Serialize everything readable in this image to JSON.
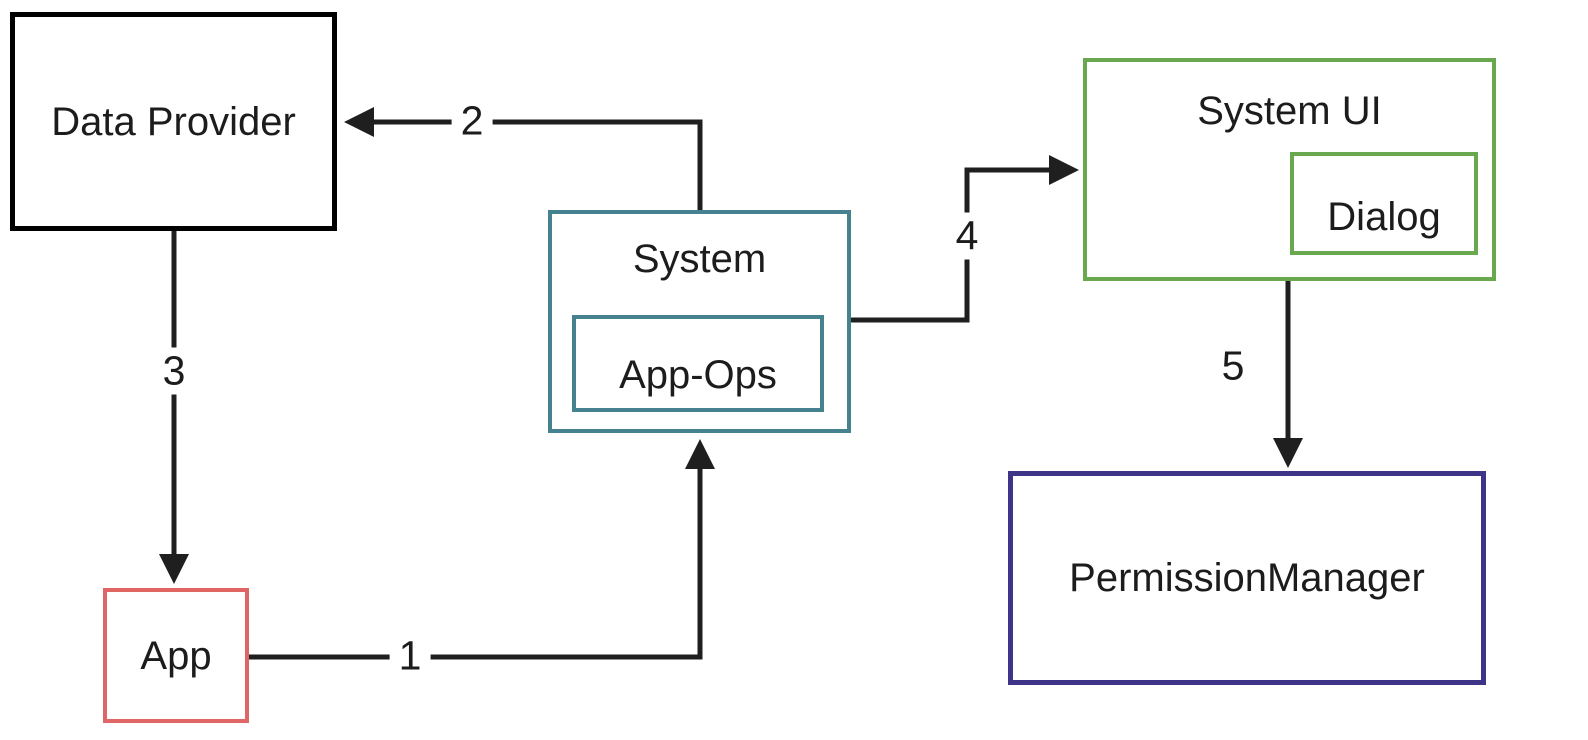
{
  "diagram": {
    "background_color": "#ffffff",
    "line_color": "#1f1f1f",
    "nodes": {
      "data_provider": {
        "label": "Data Provider",
        "border_color": "#000000"
      },
      "system": {
        "label": "System",
        "border_color": "#45818e"
      },
      "app_ops": {
        "label": "App-Ops",
        "border_color": "#45818e"
      },
      "system_ui": {
        "label": "System UI",
        "border_color": "#6aa84f"
      },
      "dialog": {
        "label": "Dialog",
        "border_color": "#6aa84f"
      },
      "permission_manager": {
        "label": "PermissionManager",
        "border_color": "#3e3488"
      },
      "app": {
        "label": "App",
        "border_color": "#e06666"
      }
    },
    "edges": [
      {
        "label": "1",
        "from": "App",
        "to": "System"
      },
      {
        "label": "2",
        "from": "System",
        "to": "Data Provider"
      },
      {
        "label": "3",
        "from": "Data Provider",
        "to": "App"
      },
      {
        "label": "4",
        "from": "System",
        "to": "System UI"
      },
      {
        "label": "5",
        "from": "System UI",
        "to": "PermissionManager"
      }
    ]
  }
}
